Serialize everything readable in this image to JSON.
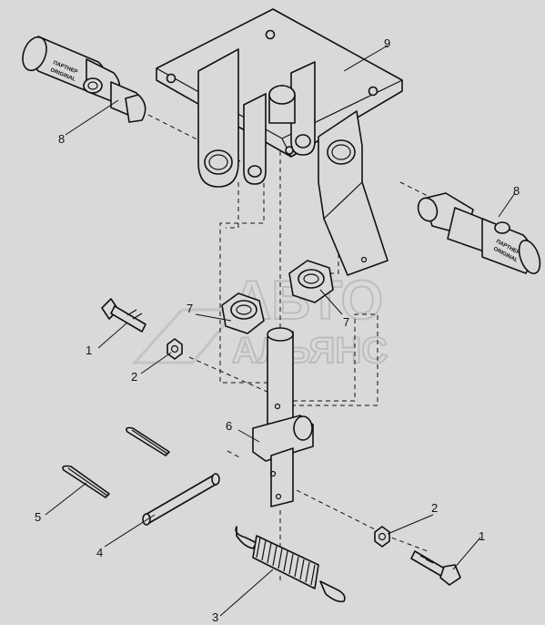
{
  "callouts": [
    "1",
    "2",
    "3",
    "4",
    "5",
    "6",
    "7",
    "8",
    "9"
  ],
  "watermark": {
    "line1": "АВТО",
    "line2": "АЛЬЯНС"
  },
  "stamp": {
    "line1": "ПАРТНЕР",
    "line2": "ORIGINAL"
  }
}
